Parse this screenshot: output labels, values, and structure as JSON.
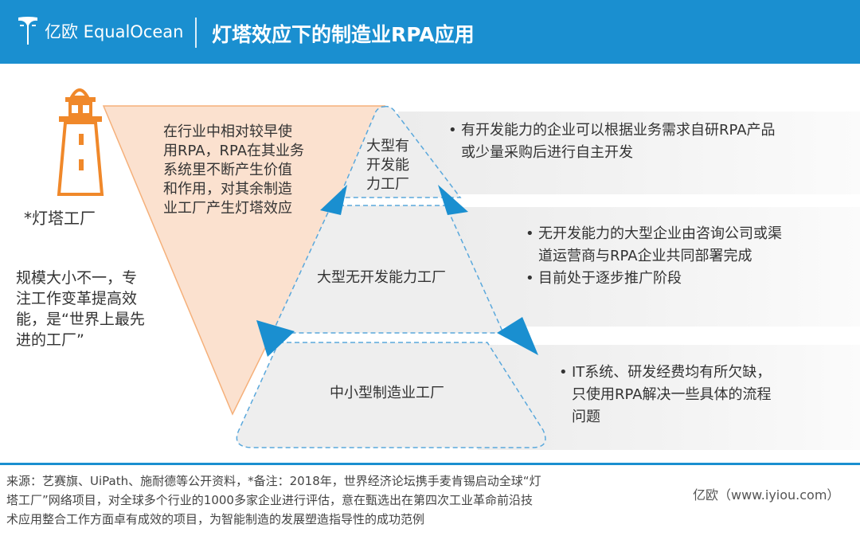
{
  "header": {
    "brand": "亿欧 EqualOcean",
    "title": "灯塔效应下的制造业RPA应用"
  },
  "left": {
    "lighthouse_label": "*灯塔工厂",
    "description_lines": [
      "规模大小不一，专",
      "注工作变革提高效",
      "能，是“世界上最先",
      "进的工厂”"
    ]
  },
  "wedge_text_lines": [
    "在行业中相对较早使",
    "用RPA，RPA在其业务",
    "系统里不断产生价值",
    "和作用，对其余制造",
    "业工厂产生灯塔效应"
  ],
  "tiers": [
    {
      "label_lines": [
        "大型有",
        "开发能",
        "力工厂"
      ],
      "bullets": [
        {
          "lines": [
            "有开发能力的企业可以根据业务需求自研RPA产品",
            "或少量采购后进行自主开发"
          ]
        }
      ]
    },
    {
      "label_lines": [
        "大型无开发能力工厂"
      ],
      "bullets": [
        {
          "lines": [
            "无开发能力的大型企业由咨询公司或渠",
            "道运营商与RPA企业共同部署完成"
          ]
        },
        {
          "lines": [
            "目前处于逐步推广阶段"
          ]
        }
      ]
    },
    {
      "label_lines": [
        "中小型制造业工厂"
      ],
      "bullets": [
        {
          "lines": [
            "IT系统、研发经费均有所欠缺，",
            "只使用RPA解决一些具体的流程",
            "问题"
          ]
        }
      ]
    }
  ],
  "footer": {
    "source_lines": [
      "来源：艺赛旗、UiPath、施耐德等公开资料，*备注：2018年，世界经济论坛携手麦肯锡启动全球“灯",
      "塔工厂”网络项目，对全球多个行业的1000多家企业进行评估，意在甄选出在第四次工业革命前沿技",
      "术应用整合工作方面卓有成效的项目，为智能制造的发展塑造指导性的成功范例"
    ],
    "credit": "亿欧（www.iyiou.com）"
  },
  "colors": {
    "brand_blue": "#1a8fd0",
    "wedge_fill": "#fbe1cf",
    "wedge_border": "#f5b07a",
    "lighthouse_orange": "#f0882a",
    "tier_fill": "#eeeeee"
  },
  "icons": {
    "logo": "y-logo-icon",
    "lighthouse": "lighthouse-icon",
    "arrow": "triangle-arrow-icon"
  }
}
